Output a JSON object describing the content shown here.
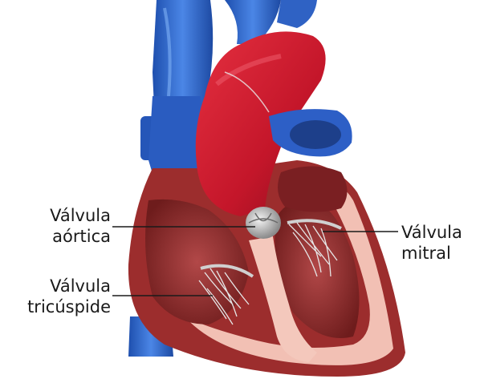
{
  "labels": {
    "aortic": [
      "Válvula",
      "aórtica"
    ],
    "mitral": [
      "Válvula",
      "mitral"
    ],
    "tricuspid": [
      "Válvula",
      "tricúspide"
    ]
  },
  "colors": {
    "vein_blue": "#3a6fd0",
    "artery_red": "#c8182a",
    "myocardium": "#8e2a2a",
    "endocardium_pink": "#f2c0b4",
    "valve_gray": "#c8c8c8",
    "background": "#ffffff"
  }
}
